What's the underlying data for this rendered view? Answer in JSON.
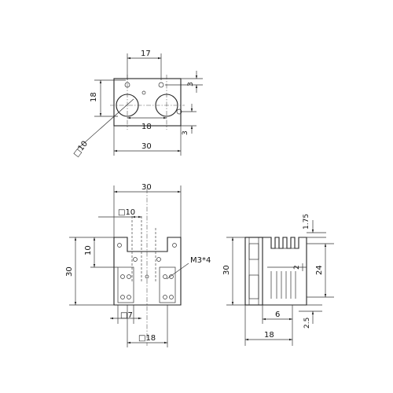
{
  "top_view": {
    "dims": {
      "width_17": "17",
      "offset_3_top": "3",
      "height_18": "18",
      "pitch_18": "18",
      "offset_3_bottom": "3",
      "width_30": "30",
      "square_10": "□10"
    }
  },
  "front_view": {
    "dims": {
      "width_30": "30",
      "square_10": "□10",
      "height_10": "10",
      "height_30": "30",
      "thread": "M3*4",
      "square_7": "□7",
      "square_18": "□18"
    }
  },
  "side_view": {
    "dims": {
      "fin_1_75": "1.75",
      "height_30": "30",
      "height_24": "24",
      "gap_2": "2",
      "base_6": "6",
      "offset_2_5": "2.5",
      "depth_18": "18"
    }
  }
}
